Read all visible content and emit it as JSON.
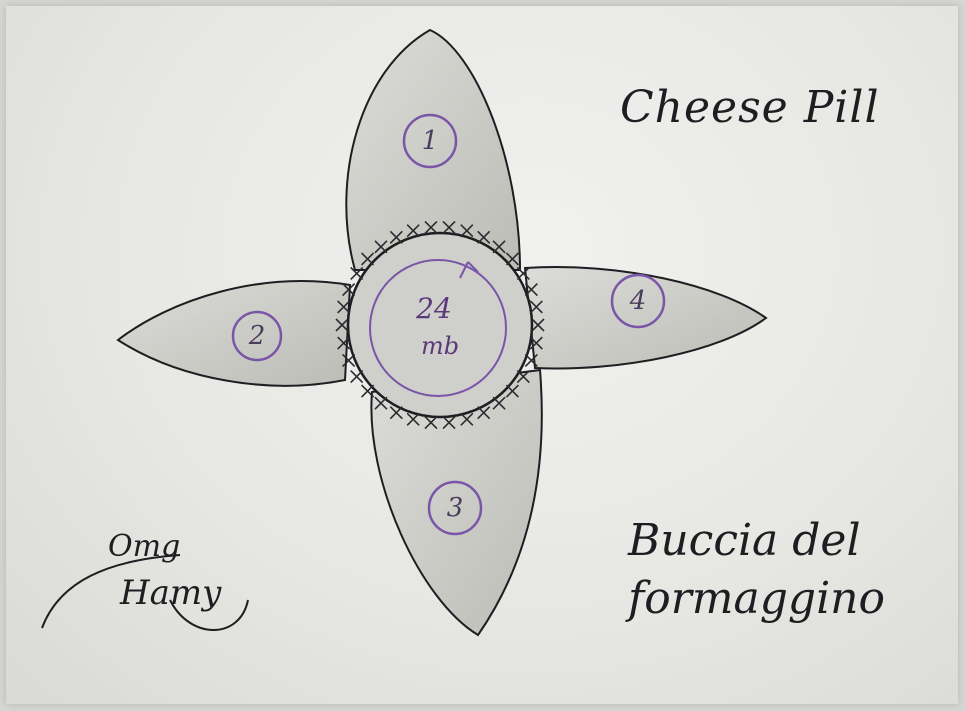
{
  "title": "Cheese Pill",
  "center": {
    "size": "24",
    "unit": "mb"
  },
  "petals": [
    {
      "number": "1",
      "position": "top"
    },
    {
      "number": "2",
      "position": "left"
    },
    {
      "number": "3",
      "position": "bottom"
    },
    {
      "number": "4",
      "position": "right"
    }
  ],
  "caption": "Buccia del formaggino",
  "signature": {
    "line1": "Omg",
    "line2": "Hamy"
  },
  "colors": {
    "ink": "#1e1e22",
    "purple": "#7a55a8",
    "paper": "#ebebe8",
    "shade": "#bdbdb8"
  }
}
